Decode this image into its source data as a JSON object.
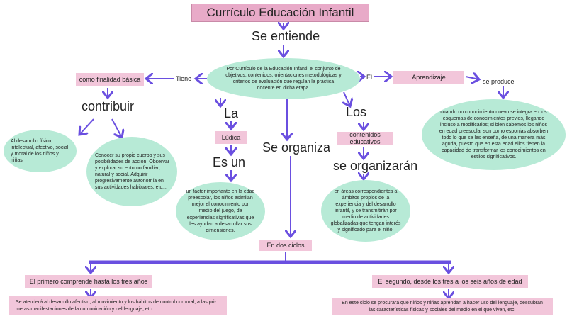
{
  "title": "Currículo Educación Infantil",
  "se_entiende": "Se entiende",
  "definition": "Por Currículo de la Educación Infantil el conjunto de objetivos, contenidos, orientaciones metodológicas y criterios de evaluación que regulan la práctica docente en dicha etapa.",
  "left": {
    "connector": "Tiene",
    "box": "como finalidad básica",
    "verb": "contribuir",
    "ellipse1": "Al desarrollo físico, intelectual, afectivo, social y moral de los niños y niñas",
    "ellipse2": "Conocer su propio cuerpo y sus posibilidades de acción. Observar y explorar su entorno familiar, natural y social. Adquirir progresivamente autonomía en sus actividades habituales. etc..."
  },
  "right": {
    "connector": "El",
    "box": "Aprendizaje",
    "verb": "se produce",
    "ellipse": "cuando un conocimiento nuevo se integra en los esquemas de conocimientos previos, llegando incluso a modificarlos; si bien sabemos los niños en edad preescolar son como esponjas absorben todo lo que se les enseña, de una manera más aguda, puesto que en esta edad ellos tienen la capacidad de transformar los conocimientos en estilos significativos."
  },
  "ludica": {
    "article": "La",
    "box": "Lúdica",
    "verb": "Es un",
    "ellipse": "un factor importante en la edad preescolar, los niños asimilan mejor el conocimiento por medio del juego, de experiencias significativas que les ayudan a desarrollar sus dimensiones."
  },
  "organiza": {
    "verb": "Se organiza",
    "box": "En dos ciclos"
  },
  "contenidos": {
    "article": "Los",
    "box": "contenidos educativos",
    "verb": "se organizarán",
    "ellipse": "en áreas correspondientes a ámbitos propios de la experiencia y del desarrollo infantil, y se transmitirán por medio de actividades globalizadas que tengan interés y significado para el niño."
  },
  "ciclos": [
    {
      "label": "El primero comprende hasta los tres años",
      "detail": "Se atenderá al desarrollo afectivo, al movimiento y los hábitos de control corporal, a las pri- meras manifestaciones de la comunicación y del lenguaje, etc."
    },
    {
      "label": "El segundo, desde los tres a los seis años de edad",
      "detail": "En este ciclo se procurará que niños y niñas aprendan a hacer uso del lenguaje, descubran las características físicas y sociales del medio en el que viven, etc."
    }
  ],
  "colors": {
    "pink": "#f2c6da",
    "title_pink": "#e8aac8",
    "teal": "#b7ead6",
    "arrow": "#6a4fe0"
  }
}
